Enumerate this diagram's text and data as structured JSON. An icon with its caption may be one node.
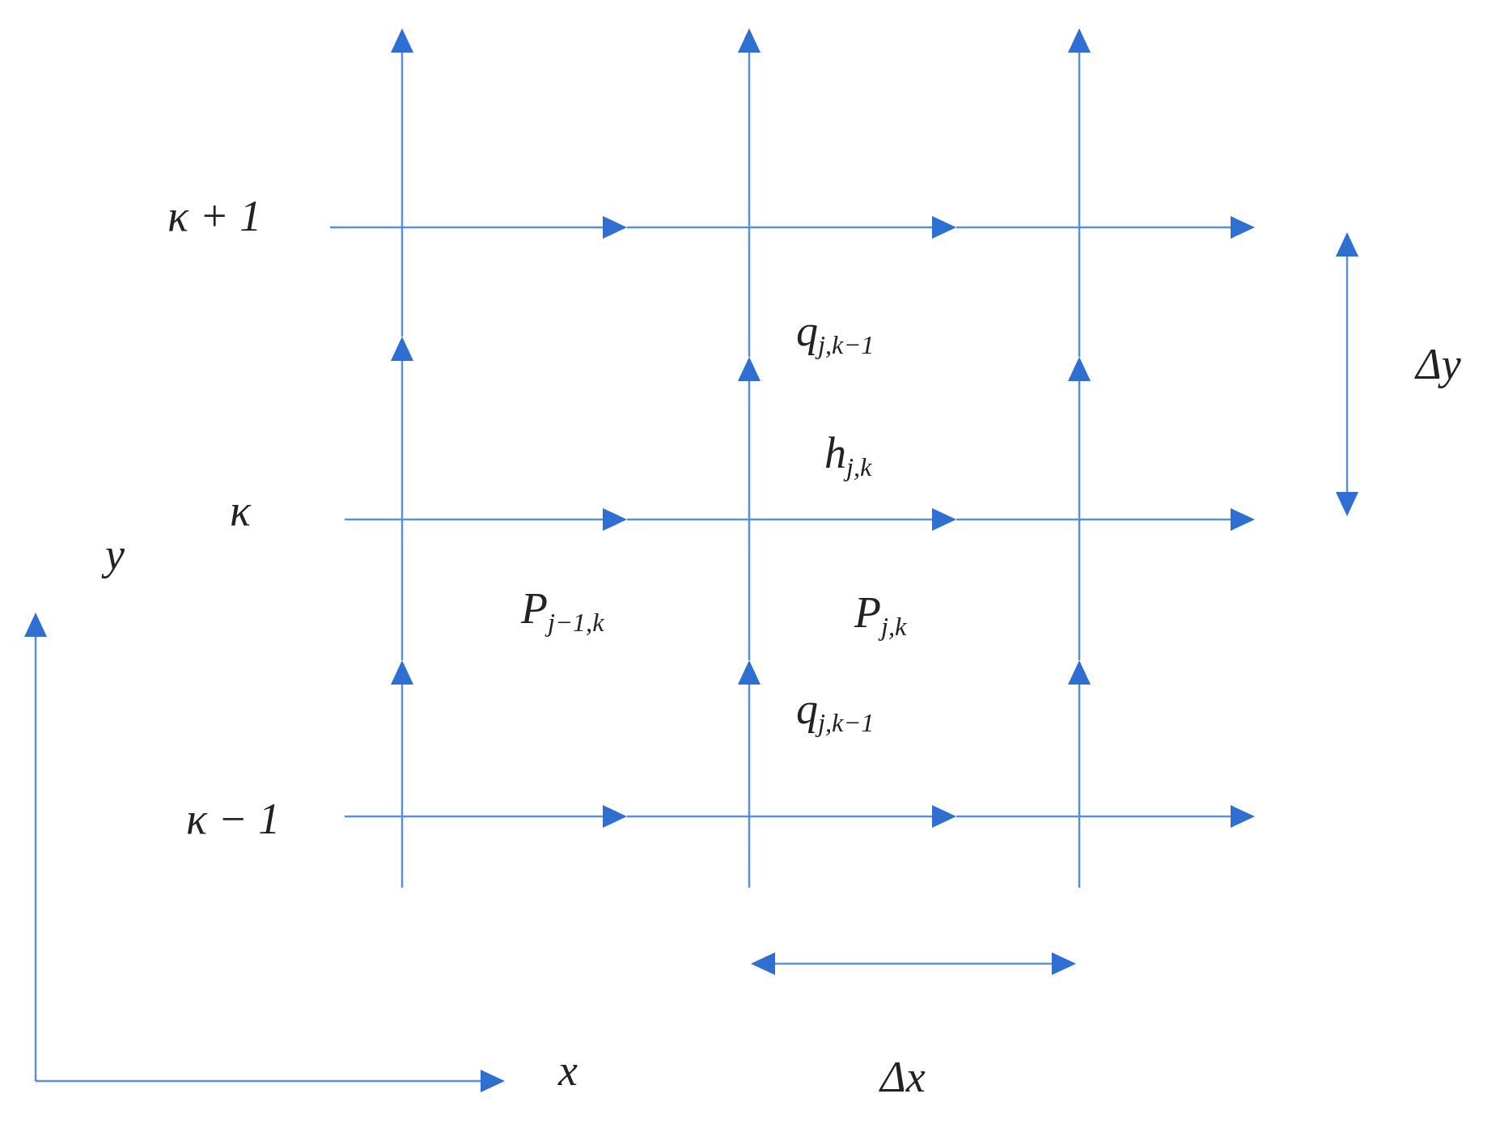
{
  "diagram": {
    "labels": [
      "κ + 1",
      "q$_{j,k−1}$",
      "Δy",
      "h$_{j,k}$",
      "κ",
      "y",
      "P$_{j−1,k}$",
      "P$_{j,k}$",
      "q$_{j,k−1}$",
      "κ − 1",
      "x",
      "Δx"
    ]
  }
}
